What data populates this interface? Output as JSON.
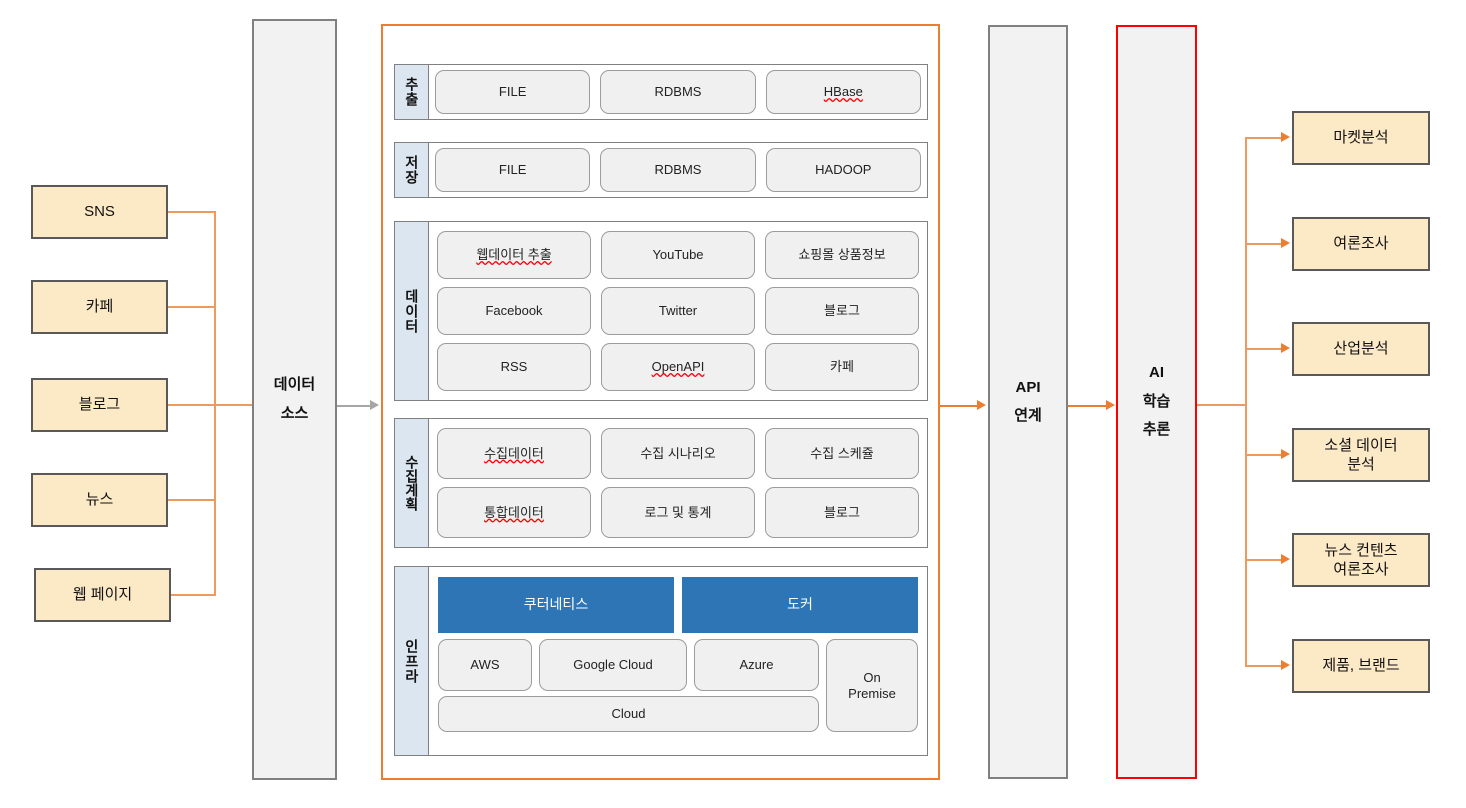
{
  "sources": {
    "items": [
      {
        "label": "SNS"
      },
      {
        "label": "카페"
      },
      {
        "label": "블로그"
      },
      {
        "label": "뉴스"
      },
      {
        "label": "웹 페이지"
      }
    ]
  },
  "pillars": {
    "data_source": {
      "line1": "데이터",
      "line2": "소스"
    },
    "api": {
      "line1": "API",
      "line2": "연계"
    },
    "ai": {
      "line1": "AI",
      "line2": "학습",
      "line3": "추론"
    }
  },
  "platform": {
    "groups": [
      {
        "label": "추출",
        "rows": [
          [
            {
              "text": "FILE",
              "spell": false
            },
            {
              "text": "RDBMS",
              "spell": false
            },
            {
              "text": "HBase",
              "spell": true
            }
          ]
        ]
      },
      {
        "label": "저장",
        "rows": [
          [
            {
              "text": "FILE",
              "spell": false
            },
            {
              "text": "RDBMS",
              "spell": false
            },
            {
              "text": "HADOOP",
              "spell": false
            }
          ]
        ]
      },
      {
        "label": "데이터",
        "rows": [
          [
            {
              "text": "웹데이터 추출",
              "spell": true
            },
            {
              "text": "YouTube",
              "spell": false
            },
            {
              "text": "쇼핑몰 상품정보",
              "spell": false
            }
          ],
          [
            {
              "text": "Facebook",
              "spell": false
            },
            {
              "text": "Twitter",
              "spell": false
            },
            {
              "text": "블로그",
              "spell": false
            }
          ],
          [
            {
              "text": "RSS",
              "spell": false
            },
            {
              "text": "OpenAPI",
              "spell": true
            },
            {
              "text": "카페",
              "spell": false
            }
          ]
        ]
      },
      {
        "label": "수집계획",
        "rows": [
          [
            {
              "text": "수집데이터",
              "spell": true
            },
            {
              "text": "수집 시나리오",
              "spell": false
            },
            {
              "text": "수집 스케쥴",
              "spell": false
            }
          ],
          [
            {
              "text": "통합데이터",
              "spell": true
            },
            {
              "text": "로그 및 통계",
              "spell": false
            },
            {
              "text": "블로그",
              "spell": false
            }
          ]
        ]
      }
    ],
    "infra": {
      "label": "인프라",
      "orchestration": [
        {
          "text": "쿠터네티스"
        },
        {
          "text": "도커"
        }
      ],
      "clouds": [
        {
          "text": "AWS"
        },
        {
          "text": "Google Cloud"
        },
        {
          "text": "Azure"
        }
      ],
      "cloud_bar": {
        "text": "Cloud"
      },
      "on_premise": {
        "text": "On\nPremise",
        "line1": "On",
        "line2": "Premise"
      }
    }
  },
  "outputs": {
    "items": [
      {
        "line1": "마켓분석",
        "line2": ""
      },
      {
        "line1": "여론조사",
        "line2": ""
      },
      {
        "line1": "산업분석",
        "line2": ""
      },
      {
        "line1": "소셜 데이터",
        "line2": "분석"
      },
      {
        "line1": "뉴스 컨텐츠",
        "line2": "여론조사"
      },
      {
        "line1": "제품, 브랜드",
        "line2": ""
      }
    ]
  },
  "colors": {
    "accent_orange": "#ED7D31",
    "connector_orange": "#ED9A5E",
    "source_fill": "#FCE9C6",
    "source_stroke": "#595959",
    "pillar_fill": "#F2F2F2",
    "pillar_stroke": "#808080",
    "ai_stroke": "#FF0000",
    "group_label_fill": "#DCE6F1",
    "chip_fill": "#F0F0F0",
    "chip_stroke": "#9C9C9C",
    "blue_fill": "#2E75B6"
  }
}
